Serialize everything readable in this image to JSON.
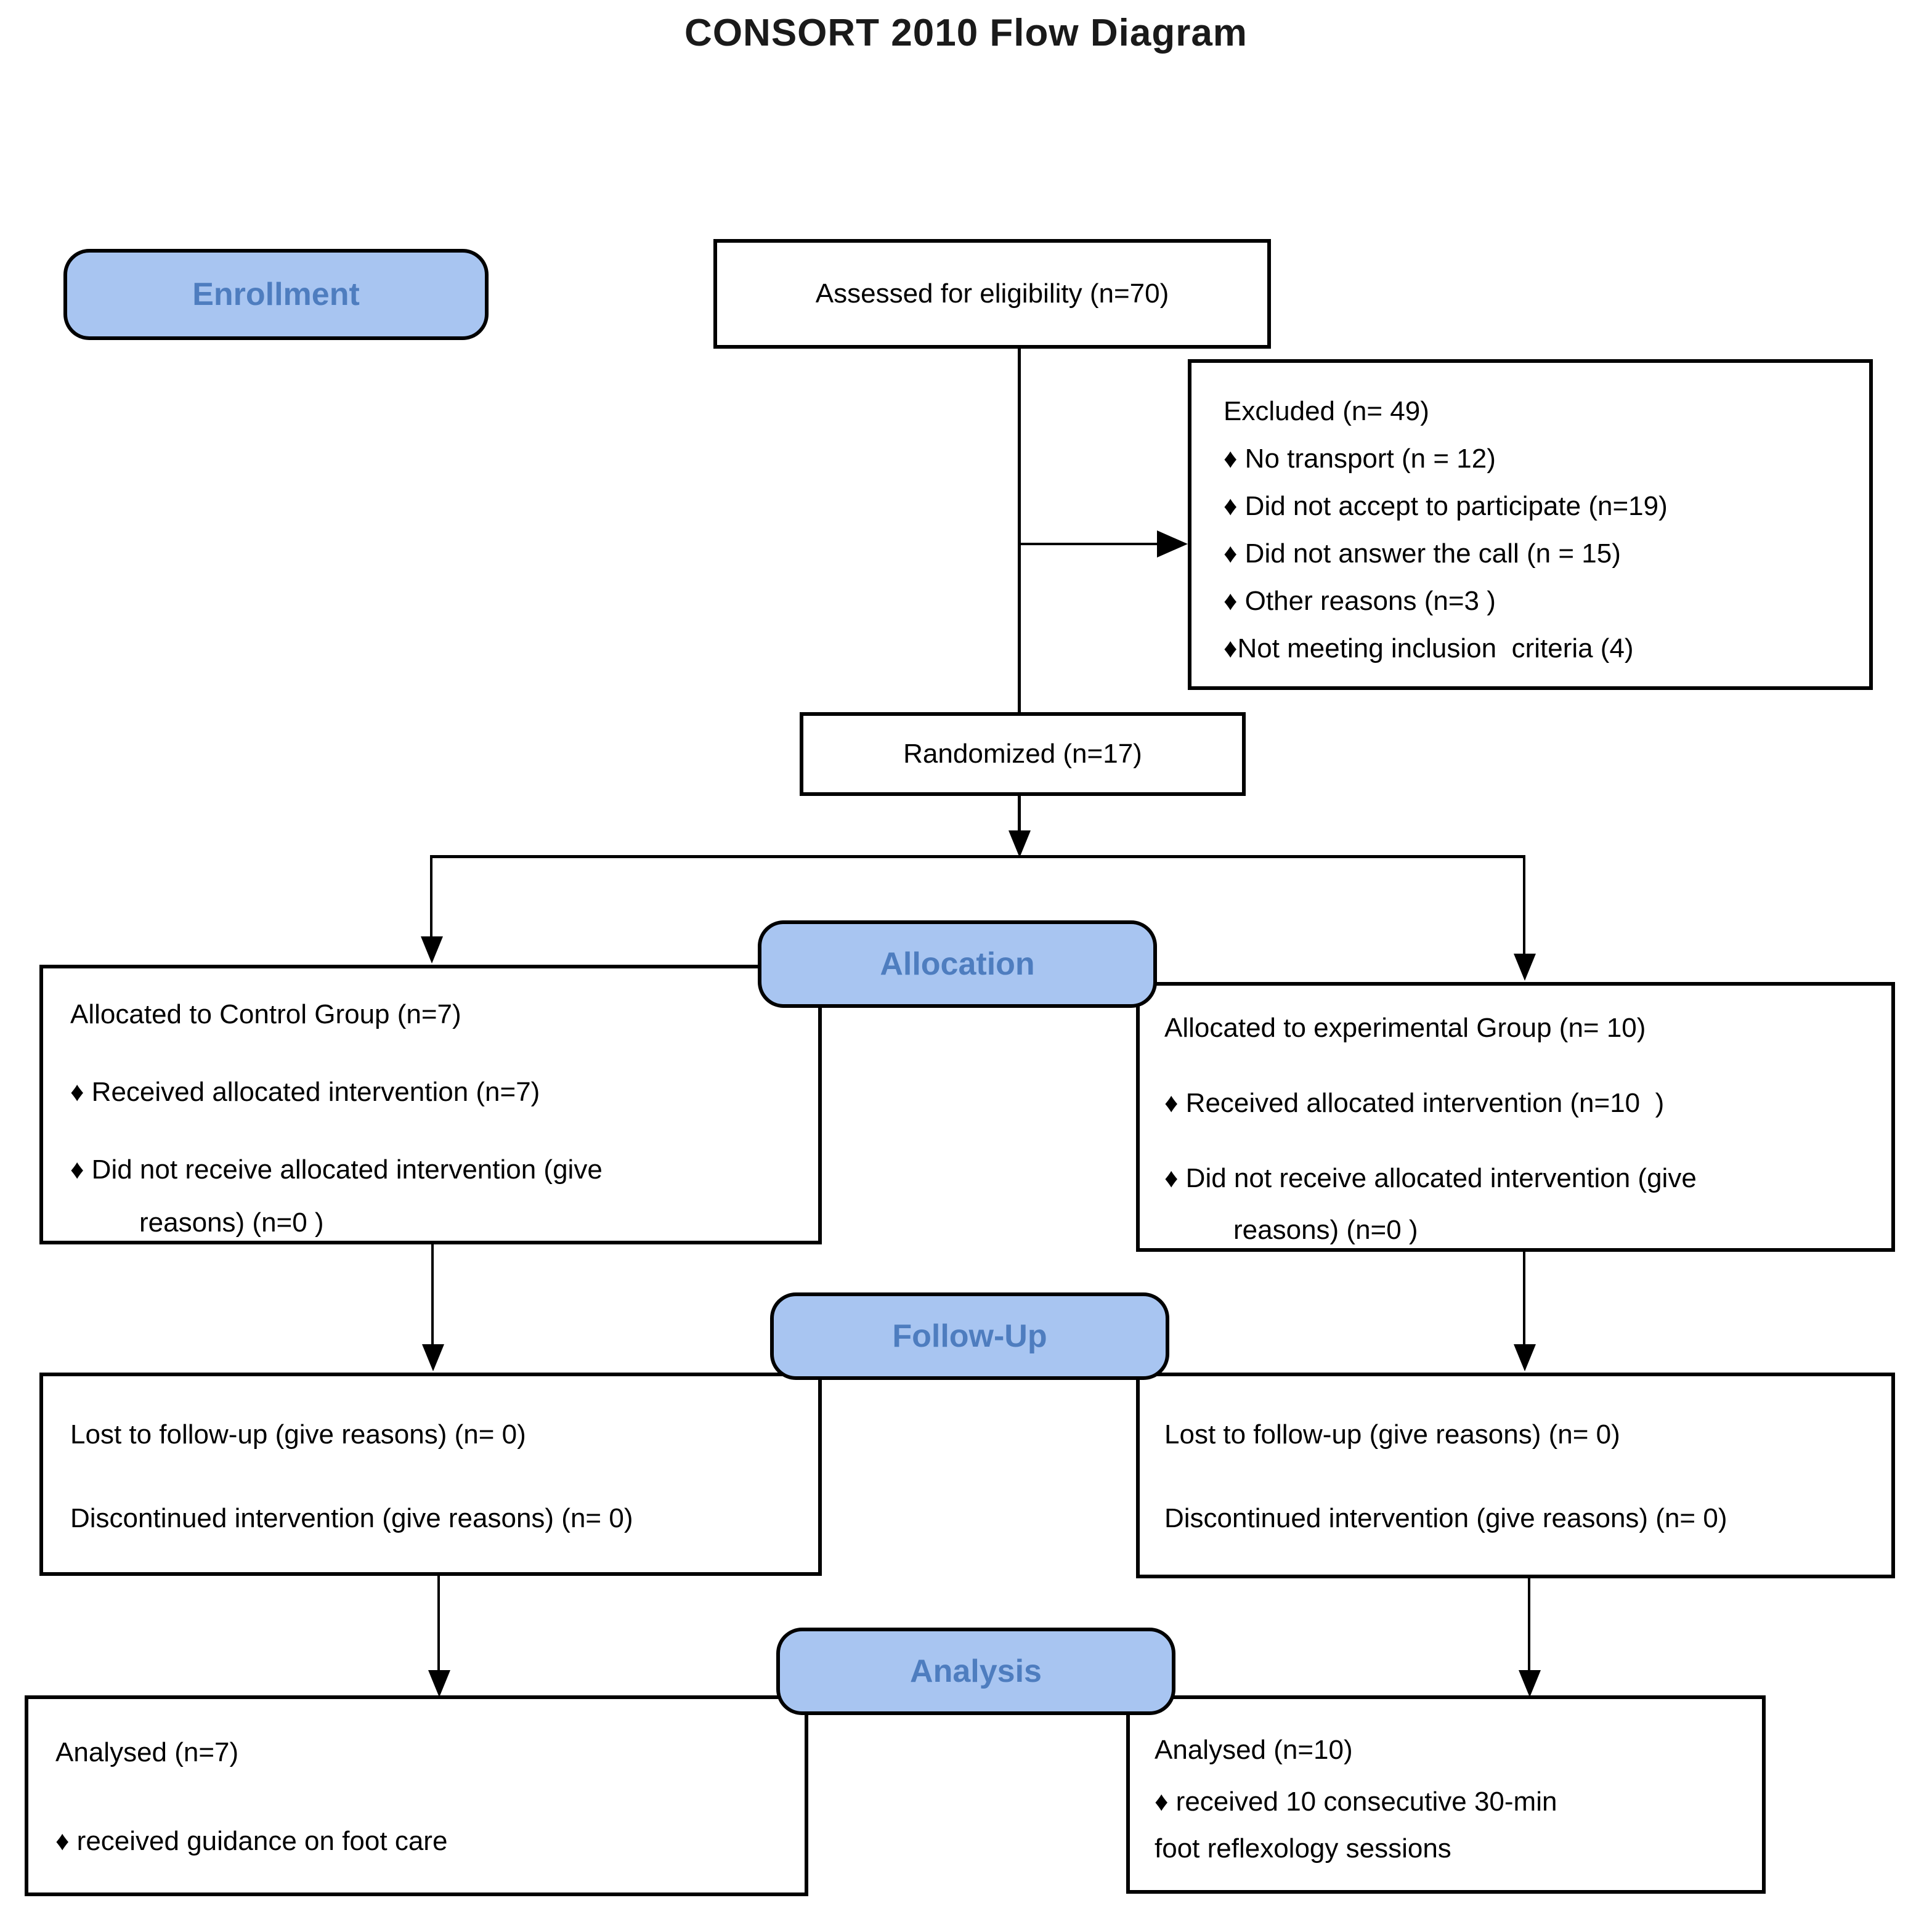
{
  "title": "CONSORT 2010 Flow Diagram",
  "colors": {
    "pill_fill": "#a8c5f1",
    "pill_text": "#4e7dbf",
    "box_border": "#000000",
    "box_fill": "#ffffff",
    "text": "#000000",
    "background": "#ffffff"
  },
  "stages": {
    "enrollment_label": "Enrollment",
    "allocation_label": "Allocation",
    "followup_label": "Follow-Up",
    "analysis_label": "Analysis"
  },
  "bullet_glyph": "♦",
  "boxes": {
    "assessed": {
      "text": "Assessed for eligibility (n=70)"
    },
    "excluded": {
      "heading": "Excluded (n= 49)",
      "items": [
        "♦ No transport (n = 12)",
        "♦ Did not accept to participate (n=19)",
        "♦ Did not answer the call (n = 15)",
        "♦ Other reasons (n=3 )",
        "♦Not meeting inclusion  criteria (4)"
      ]
    },
    "randomized": {
      "text": "Randomized (n=17)"
    },
    "alloc_control": {
      "heading": "Allocated to Control Group (n=7)",
      "bullet1": "♦ Received allocated intervention (n=7)",
      "bullet2": "♦ Did not receive allocated intervention (give",
      "bullet2_cont": "reasons) (n=0 )"
    },
    "alloc_experimental": {
      "heading": "Allocated to experimental Group (n= 10)",
      "bullet1": "♦ Received allocated intervention (n=10  )",
      "bullet2": "♦ Did not receive allocated intervention (give",
      "bullet2_cont": "reasons) (n=0 )"
    },
    "followup_control": {
      "line1": "Lost to follow-up (give reasons) (n= 0)",
      "line2": "Discontinued intervention (give reasons) (n= 0)"
    },
    "followup_experimental": {
      "line1": "Lost to follow-up (give reasons) (n= 0)",
      "line2": "Discontinued intervention (give reasons) (n= 0)"
    },
    "analysis_control": {
      "heading": "Analysed (n=7)",
      "bullet1": "♦ received guidance on foot care"
    },
    "analysis_experimental": {
      "heading": "Analysed (n=10)",
      "bullet1": "♦ received 10 consecutive 30-min",
      "bullet1_cont": "foot reflexology sessions"
    }
  }
}
